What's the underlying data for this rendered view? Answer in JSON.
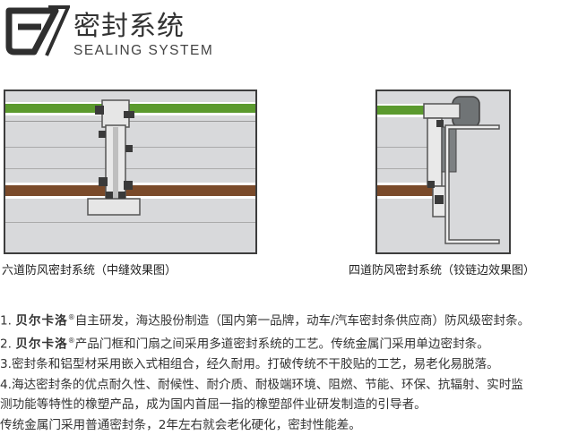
{
  "header": {
    "title_cn": "密封系统",
    "title_en": "SEALING SYSTEM"
  },
  "figures": [
    {
      "caption": "六道防风密封系统（中缝效果图）"
    },
    {
      "caption": "四道防风密封系统（铰链边效果图）"
    }
  ],
  "body": {
    "brand": "贝尔卡洛",
    "reg": "®",
    "l1_num": "1.",
    "l1_rest": "自主研发，海达股份制造（国内第一品牌，动车/汽车密封条供应商）防风级密封条。",
    "l2_num": "2.",
    "l2_rest": "产品门框和门扇之间采用多道密封系统的工艺。传统金属门采用单边密封条。",
    "l3": "3.密封条和铝型材采用嵌入式相组合，经久耐用。打破传统不干胶贴的工艺，易老化易脱落。",
    "l4": "4.海达密封条的优点耐久性、耐候性、耐介质、耐极端环境、阻燃、节能、环保、抗辐射、实时监",
    "l5": "测功能等特性的橡塑产品，成为国内首屈一指的橡塑部件业研发制造的引导者。",
    "l6": "传统金属门采用普通密封条，2年左右就会老化硬化，密封性能差。"
  },
  "colors": {
    "green_strip": "#5b9a2e",
    "wood_strip": "#7a4a2a",
    "panel_bg": "#d8d9db",
    "frame": "#3d3d3d"
  }
}
